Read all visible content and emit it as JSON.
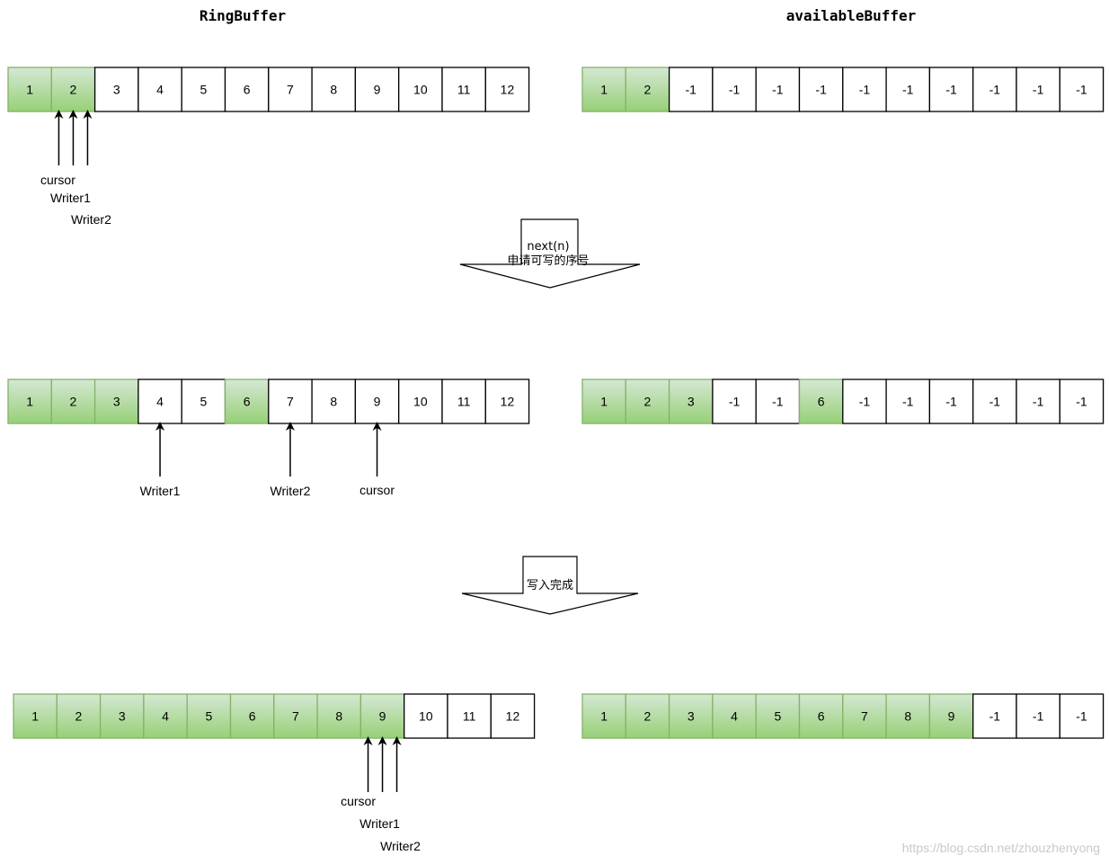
{
  "titles": {
    "ring_buffer": "RingBuffer",
    "available_buffer": "availableBuffer"
  },
  "colors": {
    "filled_top": "#d5e8d4",
    "filled_bottom": "#97d077",
    "filled_stroke": "#82b366",
    "empty_fill": "#ffffff",
    "stroke": "#000000"
  },
  "stages": [
    {
      "ring": {
        "values": [
          "1",
          "2",
          "3",
          "4",
          "5",
          "6",
          "7",
          "8",
          "9",
          "10",
          "11",
          "12"
        ],
        "filled": [
          true,
          true,
          false,
          false,
          false,
          false,
          false,
          false,
          false,
          false,
          false,
          false
        ]
      },
      "available": {
        "values": [
          "1",
          "2",
          "-1",
          "-1",
          "-1",
          "-1",
          "-1",
          "-1",
          "-1",
          "-1",
          "-1",
          "-1"
        ],
        "filled": [
          true,
          true,
          false,
          false,
          false,
          false,
          false,
          false,
          false,
          false,
          false,
          false
        ]
      },
      "pointers": [
        {
          "label": "cursor",
          "cell": 1,
          "offset": -1
        },
        {
          "label": "Writer1",
          "cell": 1,
          "offset": 0
        },
        {
          "label": "Writer2",
          "cell": 1,
          "offset": 1
        }
      ]
    },
    {
      "ring": {
        "values": [
          "1",
          "2",
          "3",
          "4",
          "5",
          "6",
          "7",
          "8",
          "9",
          "10",
          "11",
          "12"
        ],
        "filled": [
          true,
          true,
          true,
          false,
          false,
          true,
          false,
          false,
          false,
          false,
          false,
          false
        ]
      },
      "available": {
        "values": [
          "1",
          "2",
          "3",
          "-1",
          "-1",
          "6",
          "-1",
          "-1",
          "-1",
          "-1",
          "-1",
          "-1"
        ],
        "filled": [
          true,
          true,
          true,
          false,
          false,
          true,
          false,
          false,
          false,
          false,
          false,
          false
        ]
      },
      "pointers": [
        {
          "label": "Writer1",
          "cell": 3,
          "offset": 0
        },
        {
          "label": "Writer2",
          "cell": 6,
          "offset": 0
        },
        {
          "label": "cursor",
          "cell": 8,
          "offset": 0
        }
      ]
    },
    {
      "ring": {
        "values": [
          "1",
          "2",
          "3",
          "4",
          "5",
          "6",
          "7",
          "8",
          "9",
          "10",
          "11",
          "12"
        ],
        "filled": [
          true,
          true,
          true,
          true,
          true,
          true,
          true,
          true,
          true,
          false,
          false,
          false
        ]
      },
      "available": {
        "values": [
          "1",
          "2",
          "3",
          "4",
          "5",
          "6",
          "7",
          "8",
          "9",
          "-1",
          "-1",
          "-1"
        ],
        "filled": [
          true,
          true,
          true,
          true,
          true,
          true,
          true,
          true,
          true,
          false,
          false,
          false
        ]
      },
      "pointers": [
        {
          "label": "cursor",
          "cell": 8,
          "offset": -1
        },
        {
          "label": "Writer1",
          "cell": 8,
          "offset": 0
        },
        {
          "label": "Writer2",
          "cell": 8,
          "offset": 1
        }
      ]
    }
  ],
  "transitions": [
    {
      "line1": "next(n)",
      "line2": "申请可写的序号"
    },
    {
      "line1": "写入完成",
      "line2": ""
    }
  ],
  "watermark": "https://blog.csdn.net/zhouzhenyong"
}
